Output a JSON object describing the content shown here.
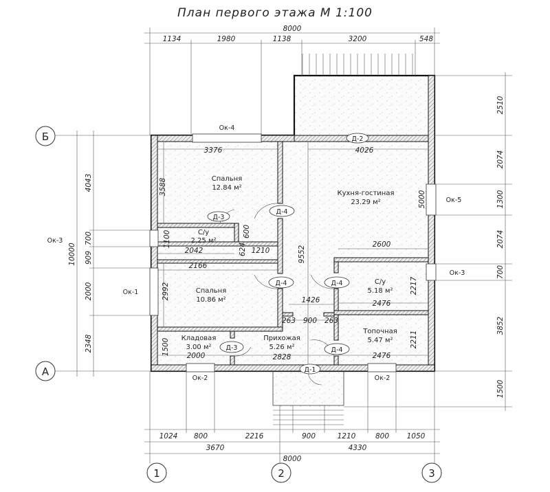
{
  "title": "План первого этажа М 1:100",
  "axes": {
    "b": "Б",
    "a": "А",
    "one": "1",
    "two": "2",
    "three": "3"
  },
  "dims": {
    "top_total": "8000",
    "top": [
      "1134",
      "1980",
      "1138",
      "3200",
      "548"
    ],
    "bottom": [
      "1024",
      "800",
      "2216",
      "900",
      "1210",
      "800",
      "1050"
    ],
    "bottom_mid": [
      "3670",
      "4330"
    ],
    "bottom_total": "8000",
    "left": [
      "4043",
      "700",
      "909",
      "2000",
      "2348"
    ],
    "left_total": "10000",
    "right": [
      "2510",
      "2074",
      "1300",
      "2074",
      "700",
      "3852",
      "1500"
    ],
    "inner": {
      "bed1_width": "3376",
      "bed1_height": "3588",
      "wc_small_height": "1100",
      "wc_small_width": "2042",
      "d600": "600",
      "d624": "624",
      "d1210": "1210",
      "bed2_width": "2166",
      "bed2_height": "2992",
      "storage_height": "1500",
      "storage_width": "2000",
      "kitchen_height": "9552",
      "kitchen_width": "4026",
      "kitchen_wall": "5000",
      "kitchen_bottom": "2600",
      "corridor": "1426",
      "c263a": "263",
      "c900": "900",
      "c263b": "263",
      "bath_height": "2217",
      "bath_width": "2476",
      "boiler_height": "2211",
      "boiler_width": "2476",
      "hall_width": "2828"
    }
  },
  "rooms": [
    {
      "name": "Спальня",
      "area": "12.84 м²"
    },
    {
      "name": "С/у",
      "area": "2.25 м²"
    },
    {
      "name": "Спальня",
      "area": "10.86 м²"
    },
    {
      "name": "Кладовая",
      "area": "3.00 м²"
    },
    {
      "name": "Прихожая",
      "area": "5.26 м²"
    },
    {
      "name": "Кухня-гостиная",
      "area": "23.29 м²"
    },
    {
      "name": "С/у",
      "area": "5.18 м²"
    },
    {
      "name": "Топочная",
      "area": "5.47 м²"
    }
  ],
  "windows": [
    "Ок-4",
    "Ок-5",
    "Ок-3",
    "Ок-1",
    "Ок-3",
    "Ок-2",
    "Ок-2"
  ],
  "doors": [
    "Д-2",
    "Д-4",
    "Д-3",
    "Д-4",
    "Д-4",
    "Д-3",
    "Д-4",
    "Д-1"
  ]
}
